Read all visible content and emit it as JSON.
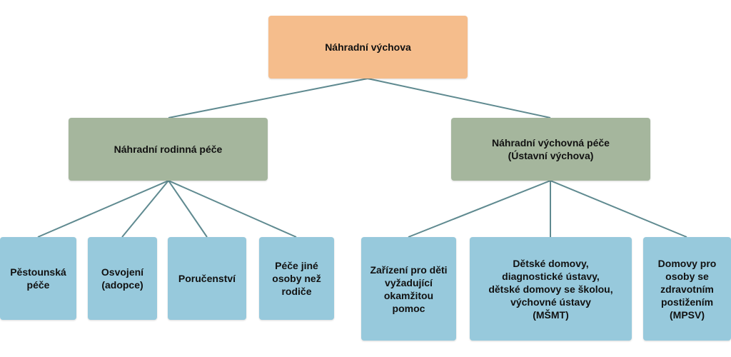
{
  "diagram": {
    "root": {
      "label": "Náhradní výchova"
    },
    "branches": [
      {
        "label": "Náhradní rodinná péče",
        "children": [
          {
            "label": "Pěstounská\npéče"
          },
          {
            "label": "Osvojení\n(adopce)"
          },
          {
            "label": "Poručenství"
          },
          {
            "label": "Péče jiné\nosoby než\nrodiče"
          }
        ]
      },
      {
        "label": "Náhradní výchovná péče\n(Ústavní výchova)",
        "children": [
          {
            "label": "Zařízení pro děti\nvyžadující\nokamžitou\npomoc"
          },
          {
            "label": "Dětské domovy,\ndiagnostické ústavy,\ndětské domovy se školou,\nvýchovné ústavy\n(MŠMT)"
          },
          {
            "label": "Domovy pro\nosoby se\nzdravotním\npostižením\n(MPSV)"
          }
        ]
      }
    ],
    "colors": {
      "root_fill": "#f5bd8c",
      "branch_fill": "#a5b69d",
      "leaf_fill": "#97c9dc",
      "connector": "#5f8a90",
      "text": "#111111"
    }
  }
}
